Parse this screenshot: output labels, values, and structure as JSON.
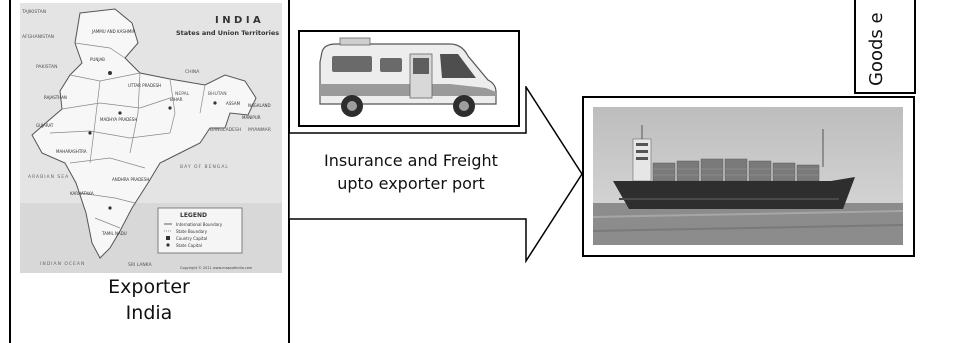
{
  "map": {
    "title": "I N D I A",
    "subtitle": "States and Union Territories",
    "legend_title": "LEGEND",
    "legend_items": [
      "International Boundary",
      "State Boundary",
      "Country Capital",
      "State Capital"
    ],
    "copyright": "Copyright © 2011 www.mapsofindia.com",
    "countries": [
      "TAJIKISTAN",
      "CHINA",
      "PAKISTAN",
      "AFGHANISTAN",
      "NEPAL",
      "BHUTAN",
      "BANGLADESH",
      "MYANMAR",
      "SRI LANKA"
    ],
    "regions": [
      "JAMMU AND KASHMIR",
      "PUNJAB",
      "RAJASTHAN",
      "UTTAR PRADESH",
      "MADHYA PRADESH",
      "GUJARAT",
      "MAHARASHTRA",
      "KARNATAKA",
      "ANDHRA PRADESH",
      "TAMIL NADU",
      "BIHAR",
      "ASSAM",
      "NAGALAND",
      "MANIPUR"
    ],
    "seas": [
      "ARABIAN SEA",
      "BAY OF BENGAL",
      "INDIAN OCEAN"
    ]
  },
  "caption": {
    "line1": "Exporter",
    "line2": "India"
  },
  "arrow": {
    "line1": "Insurance and Freight",
    "line2": "upto exporter port"
  },
  "goods_label": "Goods e"
}
